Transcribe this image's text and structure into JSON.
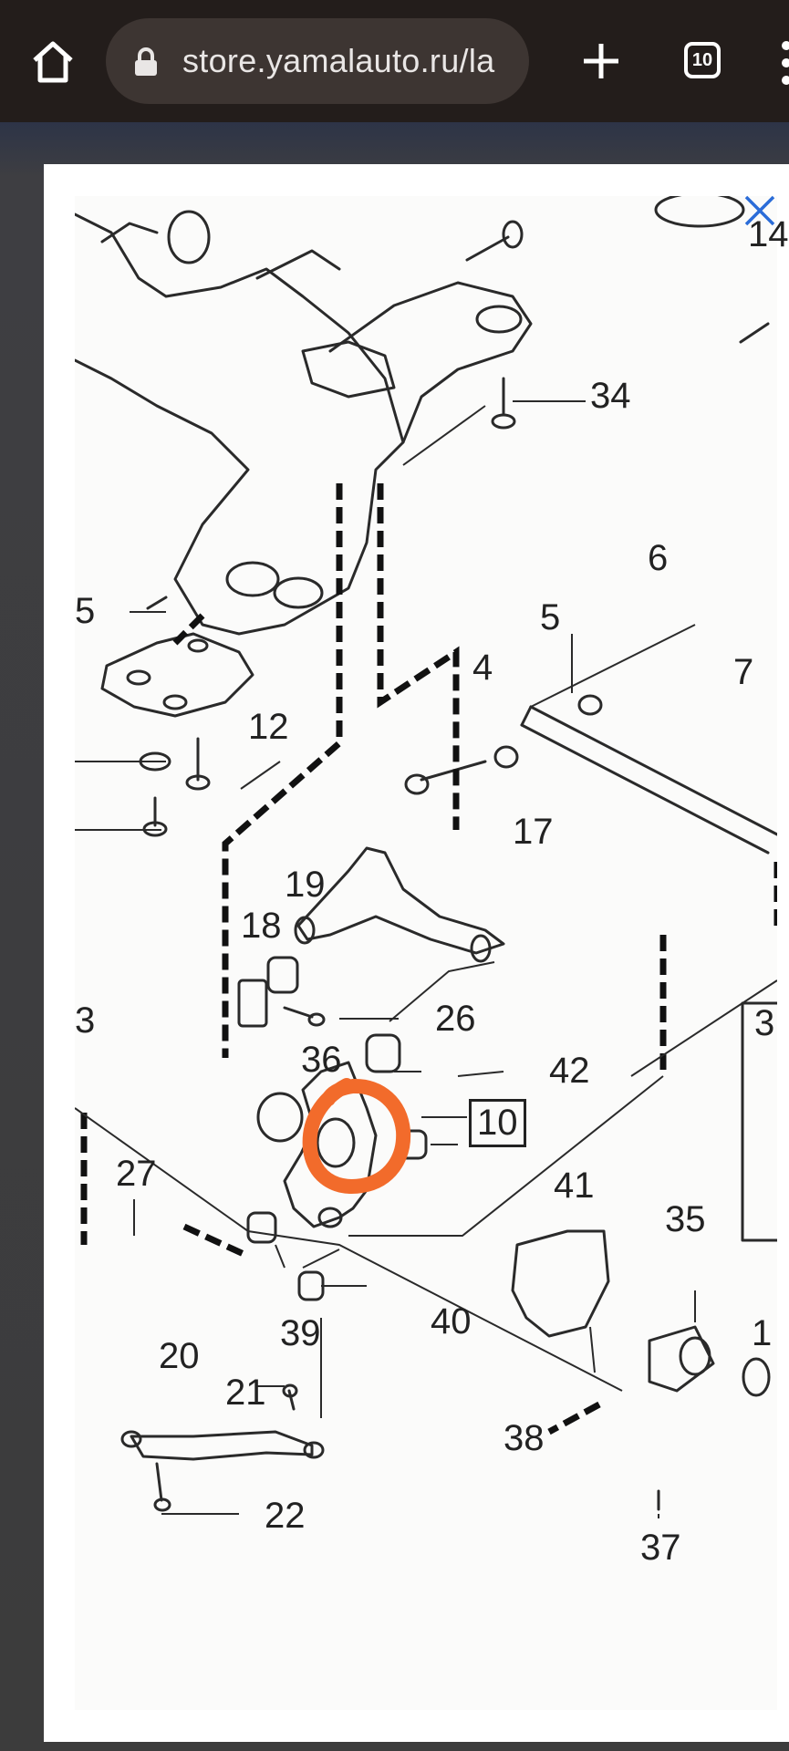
{
  "browser": {
    "url": "store.yamalauto.ru/la",
    "tab_count": "10",
    "icons": [
      "home-icon",
      "lock-icon",
      "plus-icon",
      "tabs-icon",
      "menu-icon"
    ]
  },
  "modal": {
    "close_icon": "close-icon",
    "accent_color": "#2b6cd8",
    "highlight_color": "#f26b2b"
  },
  "diagram": {
    "labels": {
      "l34": "34",
      "l14": "14",
      "l5a": "5",
      "l6": "6",
      "l5b": "5",
      "l4": "4",
      "l7": "7",
      "l12": "12",
      "l17": "17",
      "l19": "19",
      "l18": "18",
      "l26": "26",
      "l3": "3",
      "l36": "36",
      "l42": "42",
      "l10": "10",
      "l33": "3",
      "l27": "27",
      "l41": "41",
      "l35": "35",
      "l1": "1",
      "l39": "39",
      "l40": "40",
      "l20": "20",
      "l21": "21",
      "l38": "38",
      "l22": "22",
      "l37": "37"
    }
  }
}
